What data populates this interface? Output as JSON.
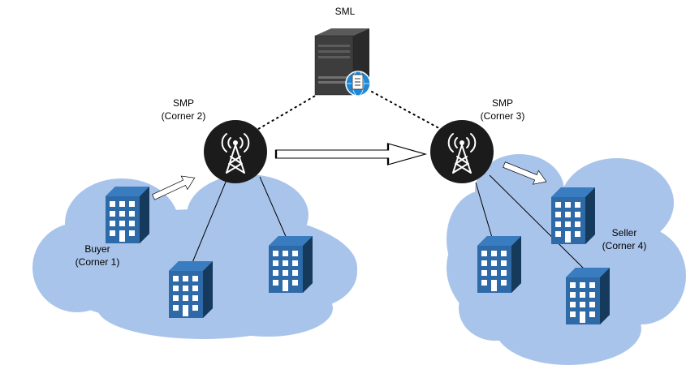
{
  "sml": {
    "label": "SML"
  },
  "smp_left": {
    "line1": "SMP",
    "line2": "(Corner 2)"
  },
  "smp_right": {
    "line1": "SMP",
    "line2": "(Corner 3)"
  },
  "buyer": {
    "line1": "Buyer",
    "line2": "(Corner 1)"
  },
  "seller": {
    "line1": "Seller",
    "line2": "(Corner 4)"
  },
  "colors": {
    "cloud": "#a9c4eb",
    "tower_bg": "#1b1b1b",
    "building_front": "#1f4e79",
    "building_side": "#2e75b6",
    "server_body": "#3a3a3a"
  },
  "icons": {
    "server": "server-icon",
    "tower": "antenna-tower-icon",
    "building": "office-building-icon",
    "globe": "globe-icon"
  }
}
